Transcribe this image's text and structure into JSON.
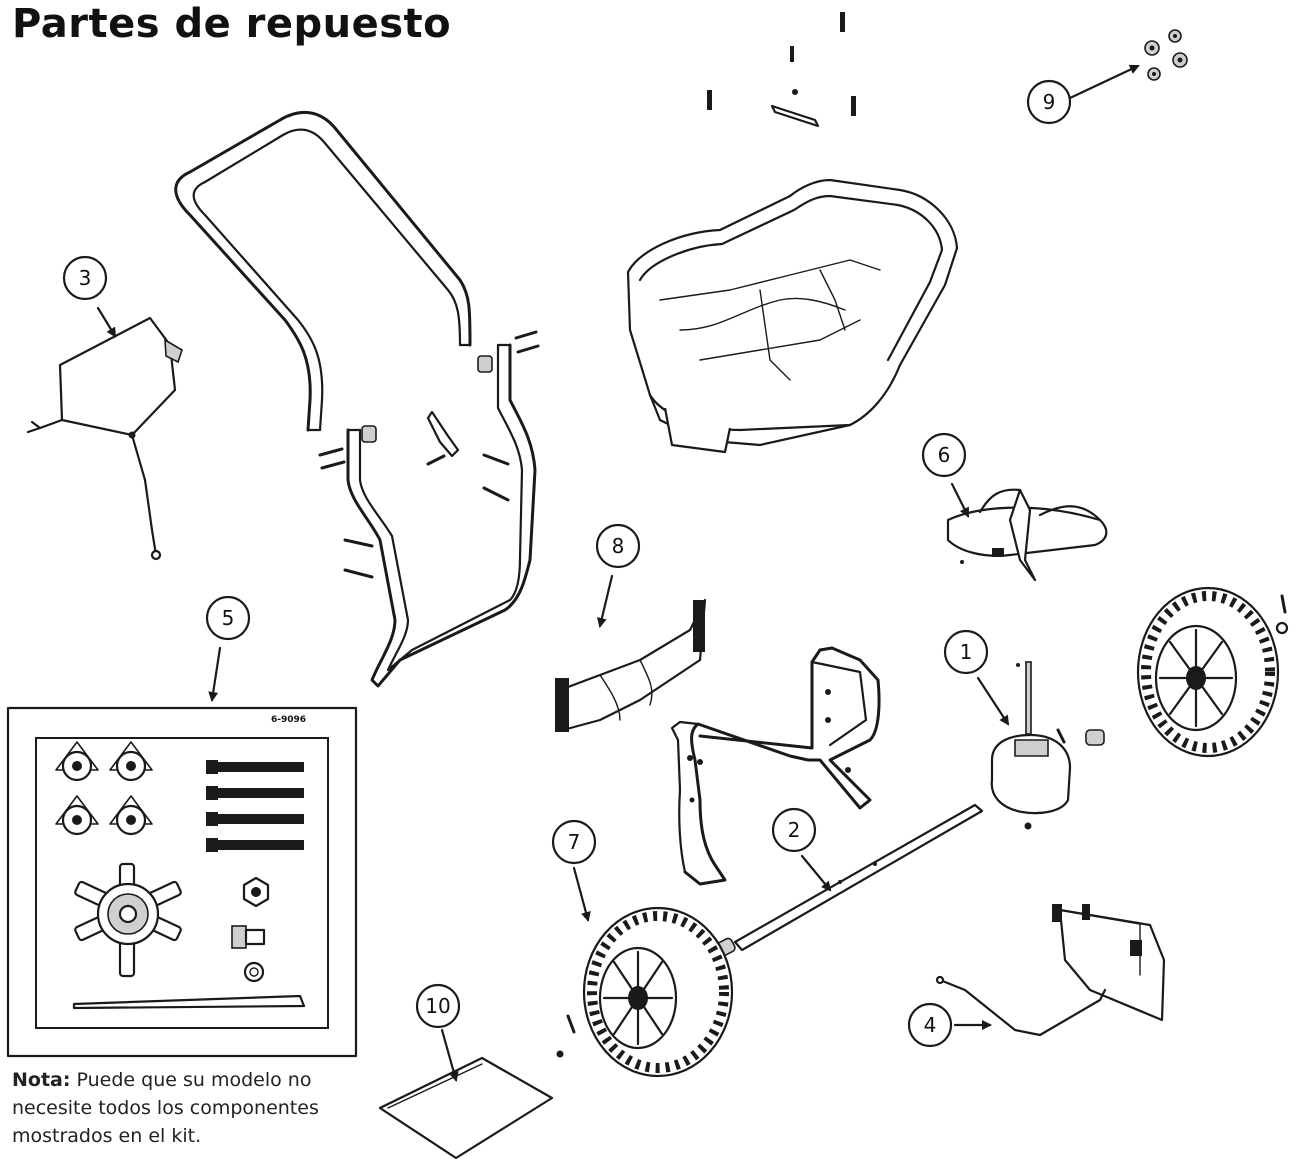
{
  "title": "Partes de repuesto",
  "callouts": [
    "1",
    "2",
    "3",
    "4",
    "5",
    "6",
    "7",
    "8",
    "9",
    "10"
  ],
  "kit": {
    "code": "6-9096"
  },
  "note": {
    "label": "Nota:",
    "text": " Puede que su modelo no necesite todos los componentes mostrados en el kit."
  }
}
